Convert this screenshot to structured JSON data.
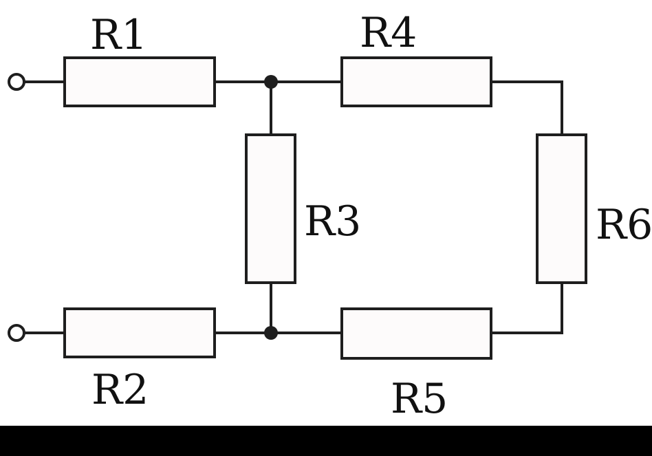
{
  "diagram": {
    "type": "resistor-circuit",
    "resistors": [
      {
        "id": "r1",
        "label": "R1"
      },
      {
        "id": "r2",
        "label": "R2"
      },
      {
        "id": "r3",
        "label": "R3"
      },
      {
        "id": "r4",
        "label": "R4"
      },
      {
        "id": "r5",
        "label": "R5"
      },
      {
        "id": "r6",
        "label": "R6"
      }
    ],
    "terminals": [
      "in-top",
      "in-bottom"
    ],
    "junctions": 2,
    "colors": {
      "line": "#1e1e1e",
      "resistor_fill": "#fdfbfb",
      "background": "#ffffff",
      "bottom_band": "#000000"
    }
  }
}
